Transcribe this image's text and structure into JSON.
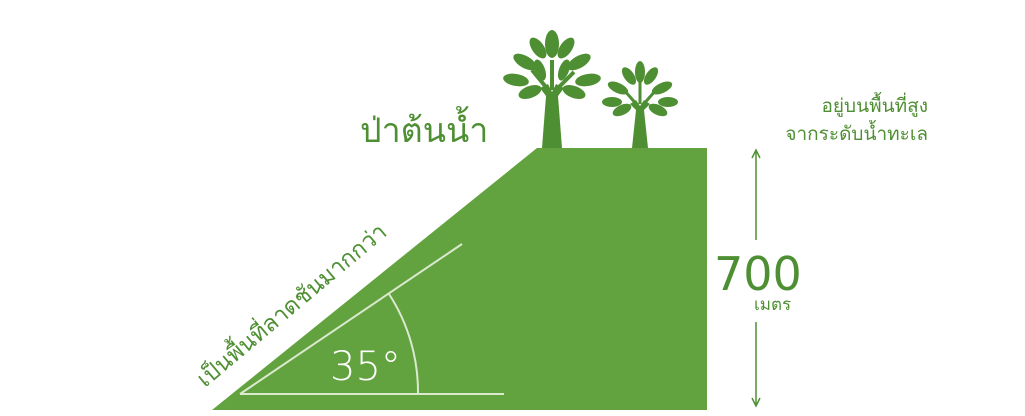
{
  "title": "ป่าต้นน้ำ",
  "slope_label": "เป็นพื้นที่ลาดชันมากกว่า",
  "angle": "35°",
  "height": {
    "value": "700",
    "unit": "เมตร"
  },
  "elevation_note": {
    "line1": "อยู่บนพื้นที่สูง",
    "line2": "จากระดับน้ำทะเล"
  },
  "icons": [
    "tree-icon",
    "tree-icon"
  ],
  "colors": {
    "hill": "#63a33f",
    "tree": "#4f8f33",
    "text": "#4f8f33",
    "angle_lines": "#dbe9cf"
  }
}
